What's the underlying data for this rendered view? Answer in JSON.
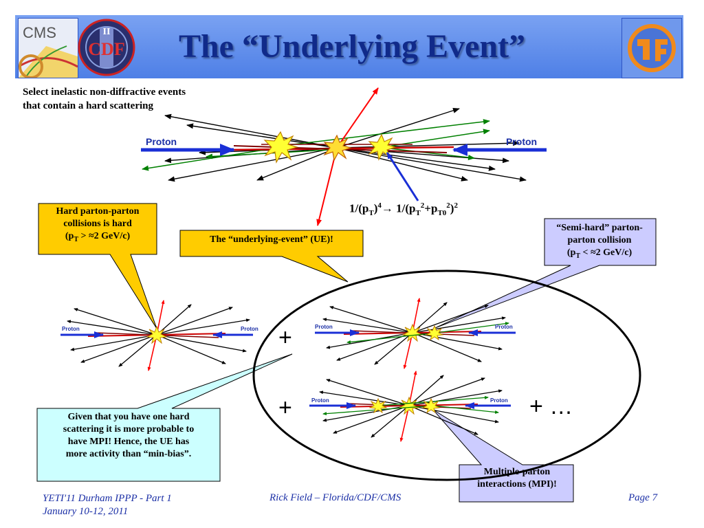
{
  "title": "The “Underlying Event”",
  "logos": {
    "cms": "CMS",
    "cdf": "CDF",
    "cdf_numeral": "II"
  },
  "intro": {
    "line1": "Select inelastic non-diffractive events",
    "line2": "that contain a hard scattering"
  },
  "diagram": {
    "proton_label": "Proton",
    "formula": "1/(pT)4→ 1/(pT2+pT02)2"
  },
  "callouts": {
    "hard_line1": "Hard parton-parton",
    "hard_line2": "collisions is hard",
    "hard_line3": "(pT > ≈2 GeV/c)",
    "ue": "The “underlying-event” (UE)!",
    "semi_line1": "“Semi-hard” parton-",
    "semi_line2": "parton collision",
    "semi_line3": "(pT < ≈2 GeV/c)",
    "given_line1": "Given that you have one hard",
    "given_line2": "scattering it is more probable to",
    "given_line3": "have MPI!   Hence, the UE has",
    "given_line4": "more activity than “min-bias”.",
    "mpi_line1": "Multiple-parton",
    "mpi_line2": "interactions (MPI)!"
  },
  "plus_signs": [
    "+",
    "+",
    "+ …"
  ],
  "footer": {
    "left_line1": "YETI'11 Durham IPPP - Part 1",
    "left_line2": "January 10-12, 2011",
    "center": "Rick Field – Florida/CDF/CMS",
    "right": "Page 7"
  },
  "colors": {
    "header_band": "#5f8eea",
    "title": "#102a8a",
    "hard_callout": "#ffcc00",
    "ue_callout": "#ffcc00",
    "semi_callout": "#ccccff",
    "given_callout": "#ccffff",
    "mpi_callout": "#ccccff",
    "proton_arrow": "#1a2fd6",
    "green_track": "#008000",
    "red_track": "#ff0000",
    "footer_text": "#1b2fa6"
  }
}
